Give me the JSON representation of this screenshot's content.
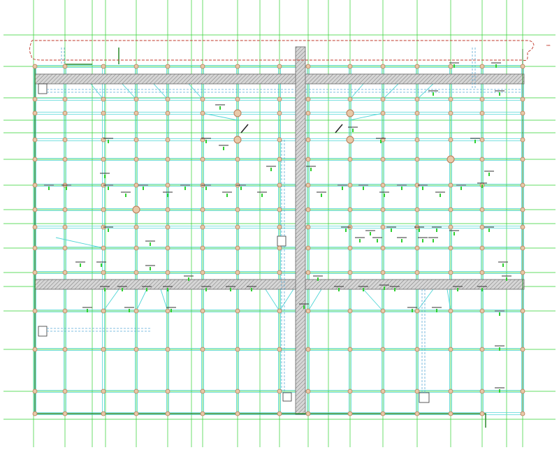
{
  "drawing": {
    "background": "#ffffff",
    "colors": {
      "grid_axis": "#2fd12f",
      "beam": "#4fd6d6",
      "column": "#b97a57",
      "wall_hatch": "#8a8a8a",
      "wall_fill": "#cfcfcf",
      "revision_cloud": "#c0392b",
      "label": "#333333",
      "label_accent": "#2fd12f",
      "outline": "#2b8a2b"
    },
    "cloud_note": "BBB",
    "grid_x": [
      48,
      93,
      132,
      151,
      195,
      240,
      274,
      290,
      340,
      372,
      400,
      441,
      470,
      501,
      548,
      597,
      645,
      690,
      725,
      748
    ],
    "grid_y": [
      50,
      95,
      140,
      172,
      190,
      228,
      265,
      300,
      320,
      355,
      390,
      410,
      445,
      500,
      560,
      600
    ]
  }
}
